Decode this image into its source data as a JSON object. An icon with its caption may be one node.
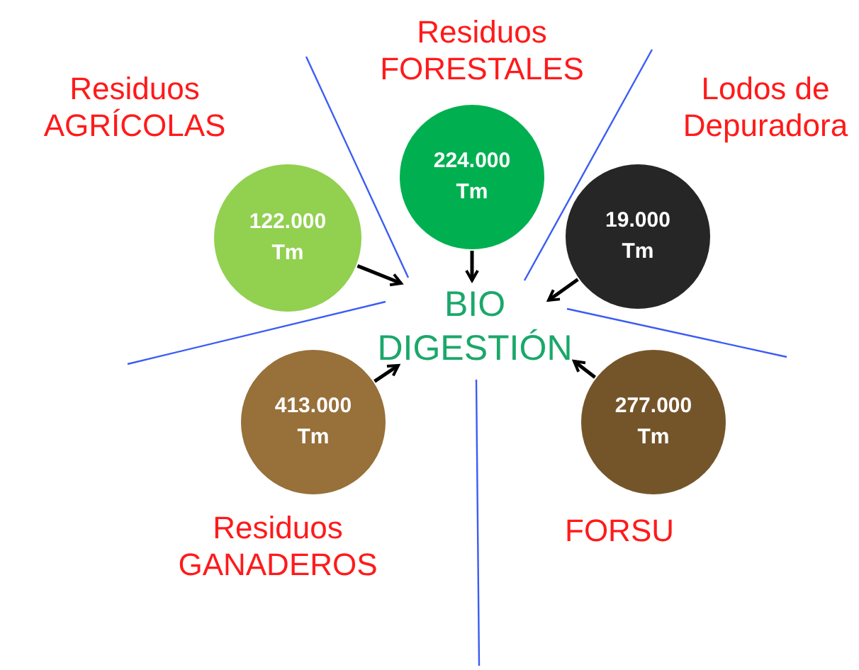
{
  "diagram": {
    "nodes": [
      {
        "text": [
          "224.000 Tm"
        ],
        "beside": [
          "Residuos FORESTALES"
        ]
      },
      {
        "text": [
          "122.000 Tm"
        ],
        "beside": [
          "Residuos AGRÍCOLAS"
        ]
      },
      {
        "text": [
          "19.000 Tm"
        ],
        "beside": [
          "Lodos de Depuradora"
        ]
      },
      {
        "text": [
          "BIO DIGESTIÓN"
        ]
      },
      {
        "text": [
          "413.000 Tm"
        ],
        "beside": [
          "Residuos GANADEROS"
        ]
      },
      {
        "text": [
          "277.000 Tm"
        ],
        "beside": [
          "FORSU"
        ]
      }
    ],
    "edges": [
      {
        "from": 0,
        "to": 3,
        "arrow": "to"
      },
      {
        "from": 1,
        "to": 3,
        "arrow": "to"
      },
      {
        "from": 2,
        "to": 3,
        "arrow": "to"
      },
      {
        "from": 4,
        "to": 3,
        "arrow": "to"
      },
      {
        "from": 5,
        "to": 3,
        "arrow": "to"
      }
    ]
  }
}
